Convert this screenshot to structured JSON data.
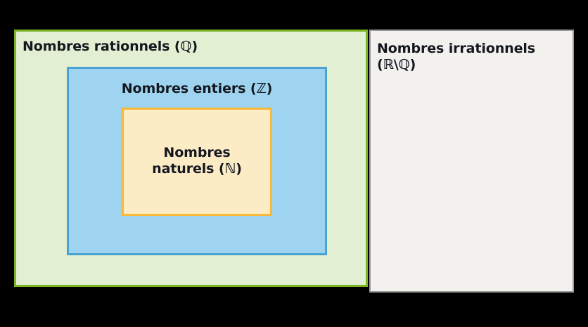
{
  "diagram": {
    "title_hidden": "",
    "background_color": "#000000",
    "sets": [
      {
        "id": "rationals",
        "label": "Nombres rationnels (ℚ)",
        "symbol": "ℚ",
        "fill_color": "#e2efd2",
        "border_color": "#7ab324",
        "text_color": "#14171f",
        "label_align": "left"
      },
      {
        "id": "irrationals",
        "label": "Nombres irrationnels (ℝ\\ℚ)",
        "symbol": "ℝ\\ℚ",
        "fill_color": "#f2f1ee",
        "border_color": "#9b9b9b",
        "text_color": "#14171f",
        "label_align": "left"
      },
      {
        "id": "integers",
        "label": "Nombres entiers (ℤ)",
        "symbol": "ℤ",
        "fill_color": "#9ed4f0",
        "border_color": "#4ba3d3",
        "text_color": "#14171f",
        "label_align": "center"
      },
      {
        "id": "naturals",
        "label": "Nombres\nnaturels (ℕ)",
        "symbol": "ℕ",
        "fill_color": "#fcecc6",
        "border_color": "#f9b836",
        "text_color": "#14171f",
        "label_align": "center"
      }
    ]
  }
}
